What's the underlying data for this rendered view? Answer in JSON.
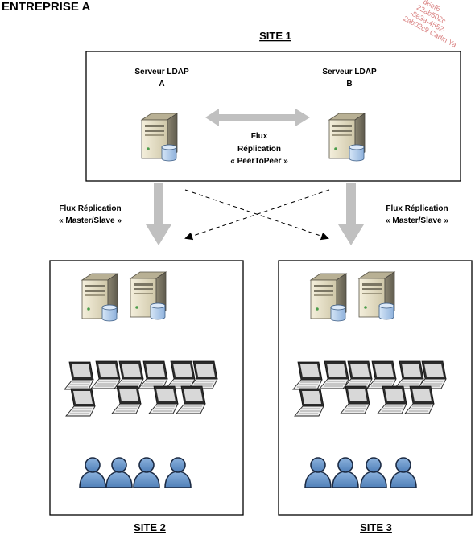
{
  "title": "ENTREPRISE A",
  "watermark": [
    "d6ef6",
    "22ab502c",
    "-8e3a-4552-",
    "2ab02c9 Cadin Ya"
  ],
  "site1": {
    "label": "SITE 1",
    "server_a": {
      "line1": "Serveur LDAP",
      "line2": "A"
    },
    "server_b": {
      "line1": "Serveur LDAP",
      "line2": "B"
    },
    "peer_flow": {
      "line1": "Flux",
      "line2": "Réplication",
      "line3": "« PeerToPeer »"
    }
  },
  "flow_left": {
    "line1": "Flux Réplication",
    "line2": "« Master/Slave »"
  },
  "flow_right": {
    "line1": "Flux Réplication",
    "line2": "« Master/Slave »"
  },
  "site2": {
    "label": "SITE 2",
    "servers": 2,
    "laptops": 10,
    "users": 4
  },
  "site3": {
    "label": "SITE 3",
    "servers": 2,
    "laptops": 10,
    "users": 4
  },
  "colors": {
    "arrow_gray": "#c0c0c0",
    "server_body": "#e8e2c8",
    "server_dark": "#6d6a5c",
    "db_blue": "#a9c6e8",
    "laptop_dark": "#2b2b2b",
    "user_blue": "#6f99c9"
  }
}
